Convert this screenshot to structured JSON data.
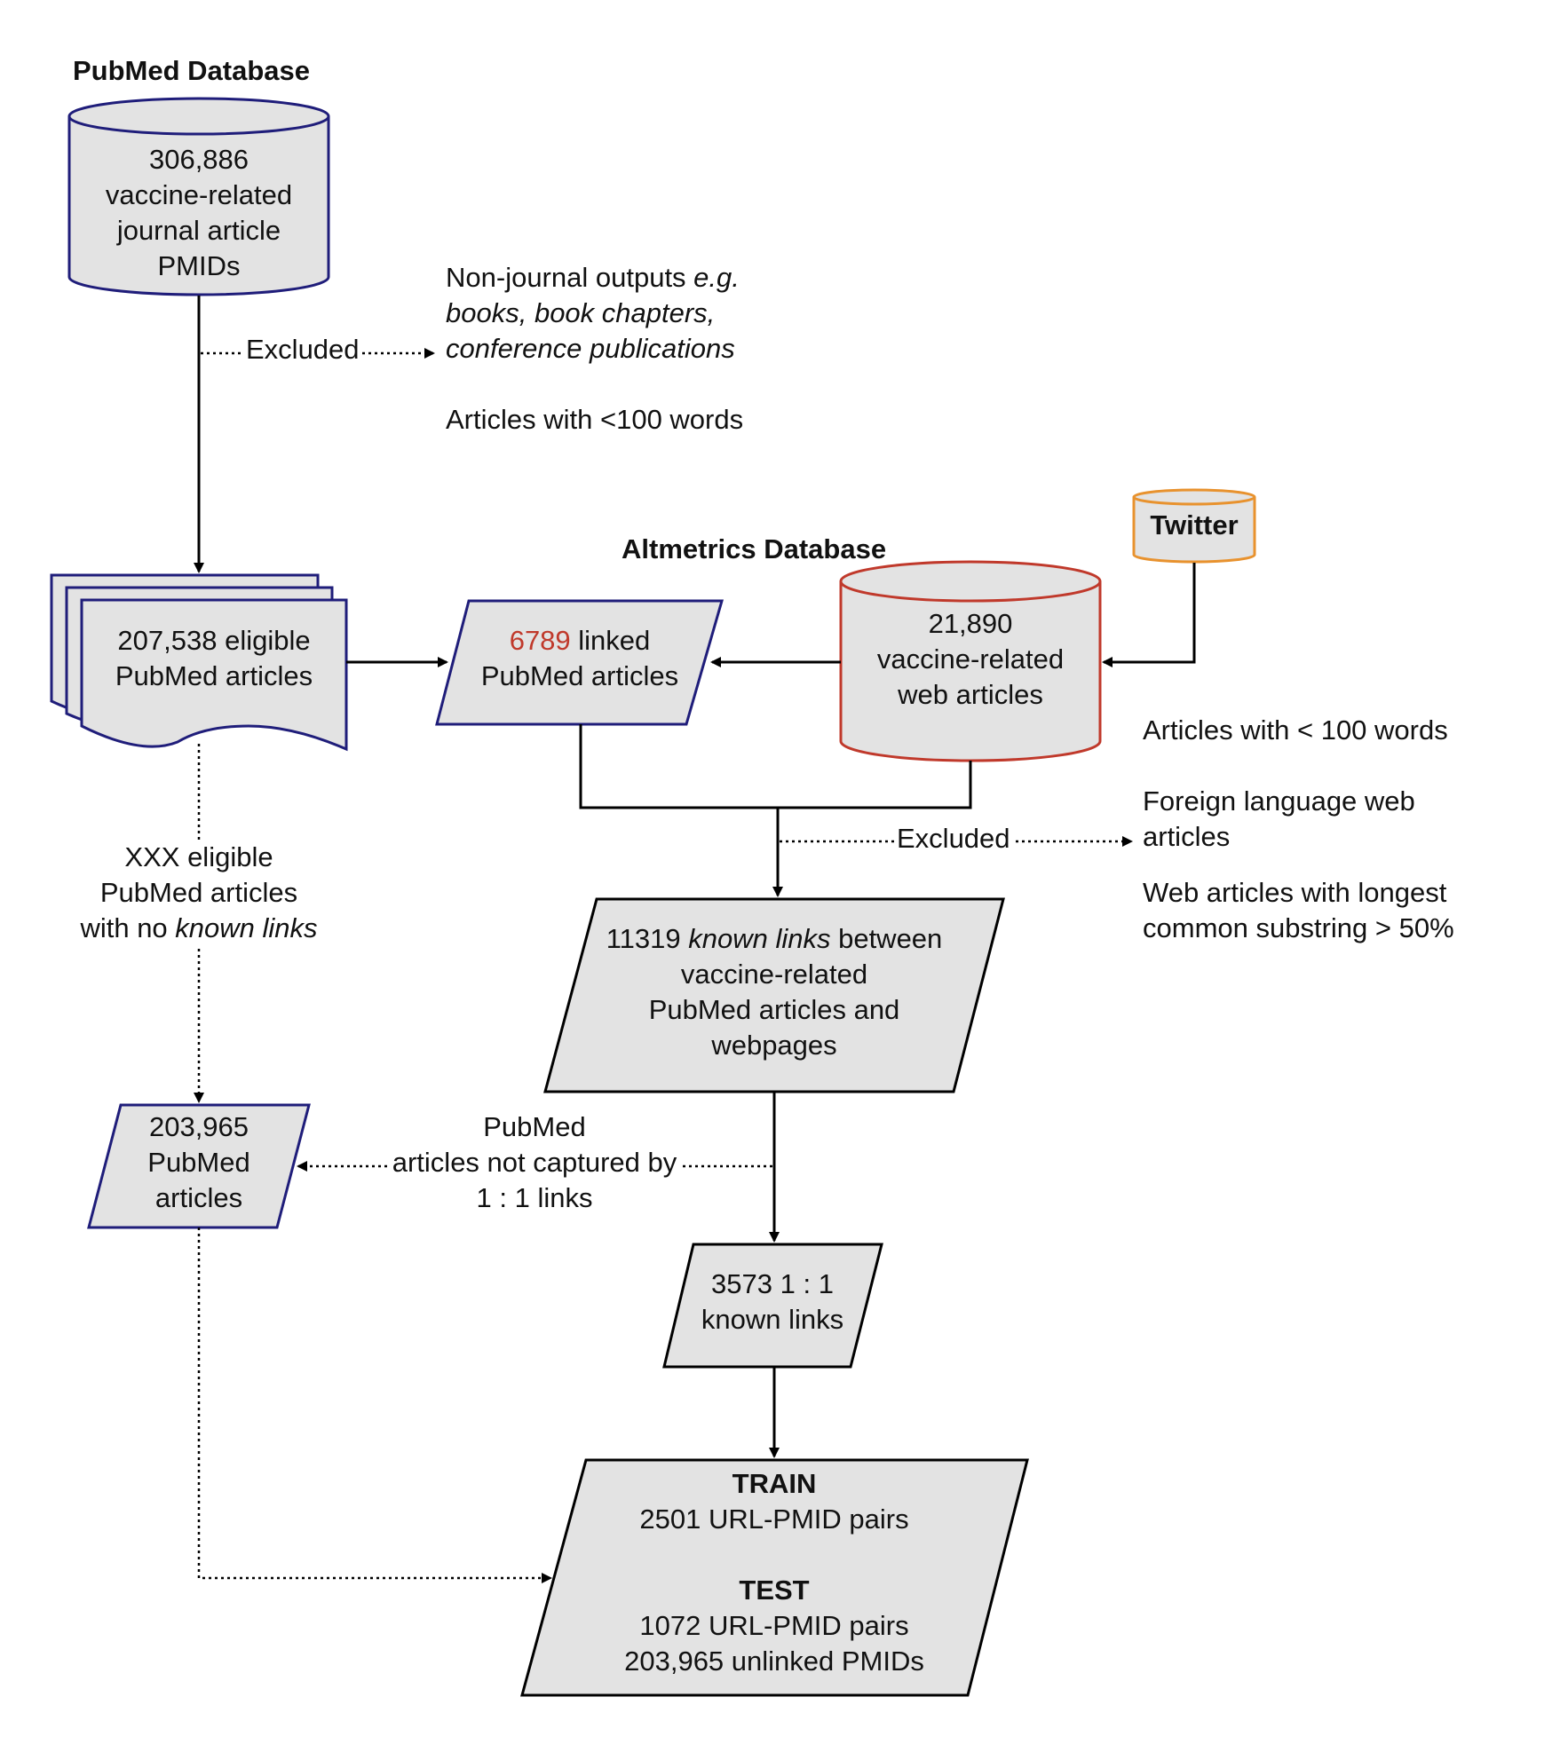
{
  "pubmed_db": {
    "title": "PubMed Database",
    "lines": [
      "306,886",
      "vaccine-related",
      "journal article",
      "PMIDs"
    ]
  },
  "exclusion_1": {
    "label": "Excluded",
    "line1_prefix": "Non-journal outputs ",
    "line1_italic": "e.g.",
    "line2": "books, book chapters,",
    "line3": "conference publications",
    "line4": "Articles with <100 words"
  },
  "eligible": {
    "line1": "207,538 eligible",
    "line2": "PubMed articles"
  },
  "altmetrics": {
    "title": "Altmetrics Database",
    "lines": [
      "21,890",
      "vaccine-related",
      "web articles"
    ]
  },
  "twitter": {
    "label": "Twitter"
  },
  "linked": {
    "count": "6789",
    "line1_suffix": " linked",
    "line2": "PubMed articles"
  },
  "exclusion_2": {
    "label": "Excluded",
    "item1": "Articles with < 100 words",
    "item2_line1": "Foreign language web",
    "item2_line2": "articles",
    "item3_line1": "Web articles with longest",
    "item3_line2": "common substring > 50%"
  },
  "known_links": {
    "count": "11319",
    "italic": "known links",
    "line1_suffix": " between",
    "line2": "vaccine-related",
    "line3": "PubMed articles and",
    "line4": "webpages"
  },
  "no_links": {
    "line1": "XXX eligible",
    "line2": "PubMed articles",
    "line3_prefix": "with no ",
    "line3_italic": "known links"
  },
  "pubmed_203": {
    "lines": [
      "203,965",
      "PubMed",
      "articles"
    ]
  },
  "not_captured": {
    "lines": [
      "PubMed",
      "articles not captured by",
      "1 : 1 links"
    ]
  },
  "one_to_one": {
    "lines": [
      "3573 1 : 1",
      "known links"
    ]
  },
  "final": {
    "train_label": "TRAIN",
    "train_pairs": "2501 URL-PMID pairs",
    "test_label": "TEST",
    "test_pairs": "1072 URL-PMID pairs",
    "test_unlinked": "203,965 unlinked PMIDs"
  },
  "colors": {
    "navy": "#1f1d7a",
    "red": "#c0392b",
    "orange": "#e8922e",
    "fill": "#e3e3e3",
    "line": "#000000"
  }
}
